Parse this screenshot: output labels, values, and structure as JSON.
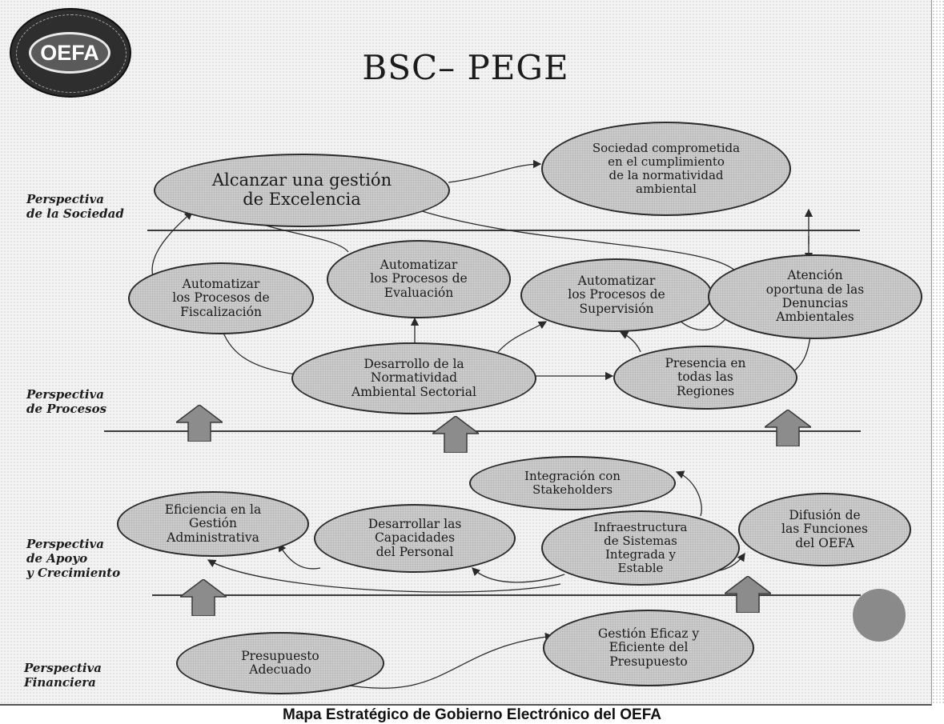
{
  "title": "BSC– PEGE",
  "caption": "Mapa Estratégico de Gobierno Electrónico del OEFA",
  "logo": {
    "text": "OEFA"
  },
  "perspectives": {
    "sociedad": "Perspectiva\nde la Sociedad",
    "procesos": "Perspectiva\nde Procesos",
    "apoyo": "Perspectiva\nde Apoyo\ny Crecimiento",
    "financiera": "Perspectiva\nFinanciera"
  },
  "objectives": {
    "gestion_excelencia": "Alcanzar una gestión\nde Excelencia",
    "sociedad_comprometida": "Sociedad comprometida\nen el cumplimiento\nde la normatividad\nambiental",
    "auto_fiscalizacion": "Automatizar\nlos Procesos de\nFiscalización",
    "auto_evaluacion": "Automatizar\nlos Procesos de\nEvaluación",
    "auto_supervision": "Automatizar\nlos Procesos de\nSupervisión",
    "atencion_denuncias": "Atención\noportuna de las\nDenuncias\nAmbientales",
    "desarrollo_normatividad": "Desarrollo de la\nNormatividad\nAmbiental Sectorial",
    "presencia_regiones": "Presencia en\ntodas las\nRegiones",
    "integracion_stakeholders": "Integración con\nStakeholders",
    "eficiencia_gestion": "Eficiencia en la\nGestión\nAdministrativa",
    "desarrollar_capacidades": "Desarrollar las\nCapacidades\ndel Personal",
    "infraestructura": "Infraestructura\nde Sistemas\nIntegrada y\nEstable",
    "difusion_funciones": "Difusión de\nlas Funciones\ndel OEFA",
    "presupuesto_adecuado": "Presupuesto\nAdecuado",
    "gestion_eficaz": "Gestión Eficaz y\nEficiente del\nPresupuesto"
  },
  "colors": {
    "ellipse_fill": "#cfcfcf",
    "arrow_fill": "#8c8c8c",
    "line": "#3c3c3c"
  }
}
